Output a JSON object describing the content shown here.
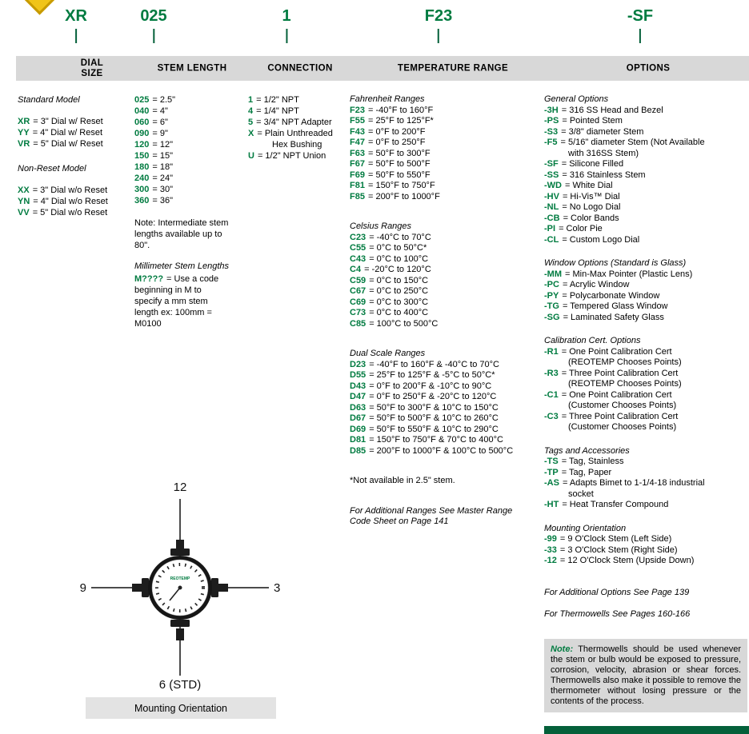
{
  "example": {
    "dial": "XR",
    "stem": "025",
    "connection": "1",
    "temperature": "F23",
    "options": "-SF"
  },
  "headers": {
    "dial": "DIAL\nSIZE",
    "stem": "STEM LENGTH",
    "connection": "CONNECTION",
    "temperature": "TEMPERATURE RANGE",
    "options": "OPTIONS"
  },
  "dial": {
    "standard_title": "Standard Model",
    "standard_items": [
      {
        "code": "XR",
        "desc": "= 3\" Dial w/ Reset"
      },
      {
        "code": "YY",
        "desc": "= 4\" Dial w/ Reset"
      },
      {
        "code": "VR",
        "desc": "= 5\" Dial w/ Reset"
      }
    ],
    "nonreset_title": "Non-Reset Model",
    "nonreset_items": [
      {
        "code": "XX",
        "desc": "= 3\" Dial w/o Reset"
      },
      {
        "code": "YN",
        "desc": "= 4\" Dial w/o Reset"
      },
      {
        "code": "VV",
        "desc": "= 5\" Dial w/o Reset"
      }
    ]
  },
  "stem": {
    "items": [
      {
        "code": "025",
        "desc": "= 2.5\""
      },
      {
        "code": "040",
        "desc": "= 4\""
      },
      {
        "code": "060",
        "desc": "= 6\""
      },
      {
        "code": "090",
        "desc": "= 9\""
      },
      {
        "code": "120",
        "desc": "= 12\""
      },
      {
        "code": "150",
        "desc": "= 15\""
      },
      {
        "code": "180",
        "desc": "= 18\""
      },
      {
        "code": "240",
        "desc": "= 24\""
      },
      {
        "code": "300",
        "desc": "= 30\""
      },
      {
        "code": "360",
        "desc": "= 36\""
      }
    ],
    "note": "Note: Intermediate stem lengths available up to 80\".",
    "mm_title": "Millimeter Stem Lengths",
    "mm_items": [
      {
        "code": "M????",
        "desc": "= Use a code beginning in M to specify a mm stem length ex: 100mm = M0100"
      }
    ]
  },
  "connection": {
    "items": [
      {
        "code": "1",
        "desc": "= 1/2\" NPT"
      },
      {
        "code": "4",
        "desc": "= 1/4\" NPT"
      },
      {
        "code": "5",
        "desc": "= 3/4\" NPT Adapter"
      },
      {
        "code": "X",
        "desc": "= Plain Unthreaded\nHex Bushing"
      },
      {
        "code": "U",
        "desc": "= 1/2\" NPT Union"
      }
    ]
  },
  "temperature": {
    "fahrenheit_title": "Fahrenheit Ranges",
    "fahrenheit_items": [
      {
        "code": "F23",
        "desc": "= -40°F to 160°F"
      },
      {
        "code": "F55",
        "desc": "= 25°F to 125°F*"
      },
      {
        "code": "F43",
        "desc": "= 0°F to 200°F"
      },
      {
        "code": "F47",
        "desc": "= 0°F to 250°F"
      },
      {
        "code": "F63",
        "desc": "= 50°F to 300°F"
      },
      {
        "code": "F67",
        "desc": "= 50°F to 500°F"
      },
      {
        "code": "F69",
        "desc": "= 50°F to 550°F"
      },
      {
        "code": "F81",
        "desc": "= 150°F to 750°F"
      },
      {
        "code": "F85",
        "desc": "= 200°F to 1000°F"
      }
    ],
    "celsius_title": "Celsius Ranges",
    "celsius_items": [
      {
        "code": "C23",
        "desc": "= -40°C to 70°C"
      },
      {
        "code": "C55",
        "desc": "= 0°C to 50°C*"
      },
      {
        "code": "C43",
        "desc": "= 0°C to 100°C"
      },
      {
        "code": "C4",
        "desc": "= -20°C to 120°C"
      },
      {
        "code": "C59",
        "desc": "= 0°C to 150°C"
      },
      {
        "code": "C67",
        "desc": "= 0°C to 250°C"
      },
      {
        "code": "C69",
        "desc": "= 0°C to 300°C"
      },
      {
        "code": "C73",
        "desc": "= 0°C to 400°C"
      },
      {
        "code": "C85",
        "desc": "= 100°C to 500°C"
      }
    ],
    "dual_title": "Dual Scale Ranges",
    "dual_items": [
      {
        "code": "D23",
        "desc": "= -40°F to 160°F & -40°C to 70°C"
      },
      {
        "code": "D55",
        "desc": "= 25°F to 125°F & -5°C to 50°C*"
      },
      {
        "code": "D43",
        "desc": "= 0°F to 200°F & -10°C to 90°C"
      },
      {
        "code": "D47",
        "desc": "= 0°F to 250°F & -20°C to 120°C"
      },
      {
        "code": "D63",
        "desc": "= 50°F to 300°F & 10°C to 150°C"
      },
      {
        "code": "D67",
        "desc": "= 50°F to 500°F & 10°C to 260°C"
      },
      {
        "code": "D69",
        "desc": "= 50°F to 550°F & 10°C to 290°C"
      },
      {
        "code": "D81",
        "desc": "= 150°F to 750°F & 70°C to 400°C"
      },
      {
        "code": "D85",
        "desc": "= 200°F to 1000°F & 100°C to 500°C"
      }
    ],
    "footnote": "*Not available in 2.5\" stem.",
    "additional": "For Additional Ranges See Master Range Code Sheet on Page 141"
  },
  "options": {
    "general_title": "General Options",
    "general_items": [
      {
        "code": "-3H",
        "desc": "= 316 SS Head and Bezel"
      },
      {
        "code": "-PS",
        "desc": "= Pointed Stem"
      },
      {
        "code": "-S3",
        "desc": "= 3/8\" diameter Stem"
      },
      {
        "code": "-F5",
        "desc": "= 5/16\" diameter Stem (Not Available\nwith 316SS Stem)"
      },
      {
        "code": "-SF",
        "desc": "= Silicone Filled"
      },
      {
        "code": "-SS",
        "desc": "= 316 Stainless Stem"
      },
      {
        "code": "-WD",
        "desc": "= White Dial"
      },
      {
        "code": "-HV",
        "desc": "= Hi-Vis™ Dial"
      },
      {
        "code": "-NL",
        "desc": "= No Logo Dial"
      },
      {
        "code": "-CB",
        "desc": "= Color Bands"
      },
      {
        "code": "-PI",
        "desc": "= Color Pie"
      },
      {
        "code": "-CL",
        "desc": "= Custom Logo Dial"
      }
    ],
    "window_title": "Window Options (Standard is Glass)",
    "window_items": [
      {
        "code": "-MM",
        "desc": "= Min-Max Pointer (Plastic Lens)"
      },
      {
        "code": "-PC",
        "desc": "= Acrylic Window"
      },
      {
        "code": "-PY",
        "desc": "= Polycarbonate Window"
      },
      {
        "code": "-TG",
        "desc": "= Tempered Glass Window"
      },
      {
        "code": "-SG",
        "desc": "= Laminated Safety Glass"
      }
    ],
    "calibration_title": "Calibration Cert. Options",
    "calibration_items": [
      {
        "code": "-R1",
        "desc": "= One Point Calibration Cert\n(REOTEMP Chooses Points)"
      },
      {
        "code": "-R3",
        "desc": "= Three Point Calibration Cert\n(REOTEMP Chooses Points)"
      },
      {
        "code": "-C1",
        "desc": "= One Point Calibration Cert\n(Customer Chooses Points)"
      },
      {
        "code": "-C3",
        "desc": "= Three Point Calibration Cert\n(Customer Chooses Points)"
      }
    ],
    "tags_title": "Tags and Accessories",
    "tags_items": [
      {
        "code": "-TS",
        "desc": "= Tag, Stainless"
      },
      {
        "code": "-TP",
        "desc": "= Tag, Paper"
      },
      {
        "code": "-AS",
        "desc": "= Adapts Bimet to 1-1/4-18 industrial\nsocket"
      },
      {
        "code": "-HT",
        "desc": "= Heat Transfer Compound"
      }
    ],
    "mounting_title": "Mounting Orientation",
    "mounting_items": [
      {
        "code": "-99",
        "desc": "= 9 O'Clock Stem (Left Side)"
      },
      {
        "code": "-33",
        "desc": "= 3 O'Clock Stem (Right Side)"
      },
      {
        "code": "-12",
        "desc": "= 12 O'Clock Stem (Upside Down)"
      }
    ],
    "additional_options": "For Additional Options See Page 139",
    "thermowells": "For Thermowells See Pages 160-166",
    "note_label": "Note:",
    "note_text": " Thermowells should be used whenever the stem or bulb would be exposed to pressure, corrosion, velocity, abrasion or shear forces. Thermowells also make it possible to remove the thermometer without losing pressure or the contents of the process."
  },
  "diagram": {
    "label_12": "12",
    "label_3": "3",
    "label_9": "9",
    "label_6": "6 (STD)",
    "gauge_brand": "REOTEMP",
    "caption": "Mounting Orientation"
  },
  "colors": {
    "green": "#007B40",
    "header_bg": "#D8D8D8"
  }
}
